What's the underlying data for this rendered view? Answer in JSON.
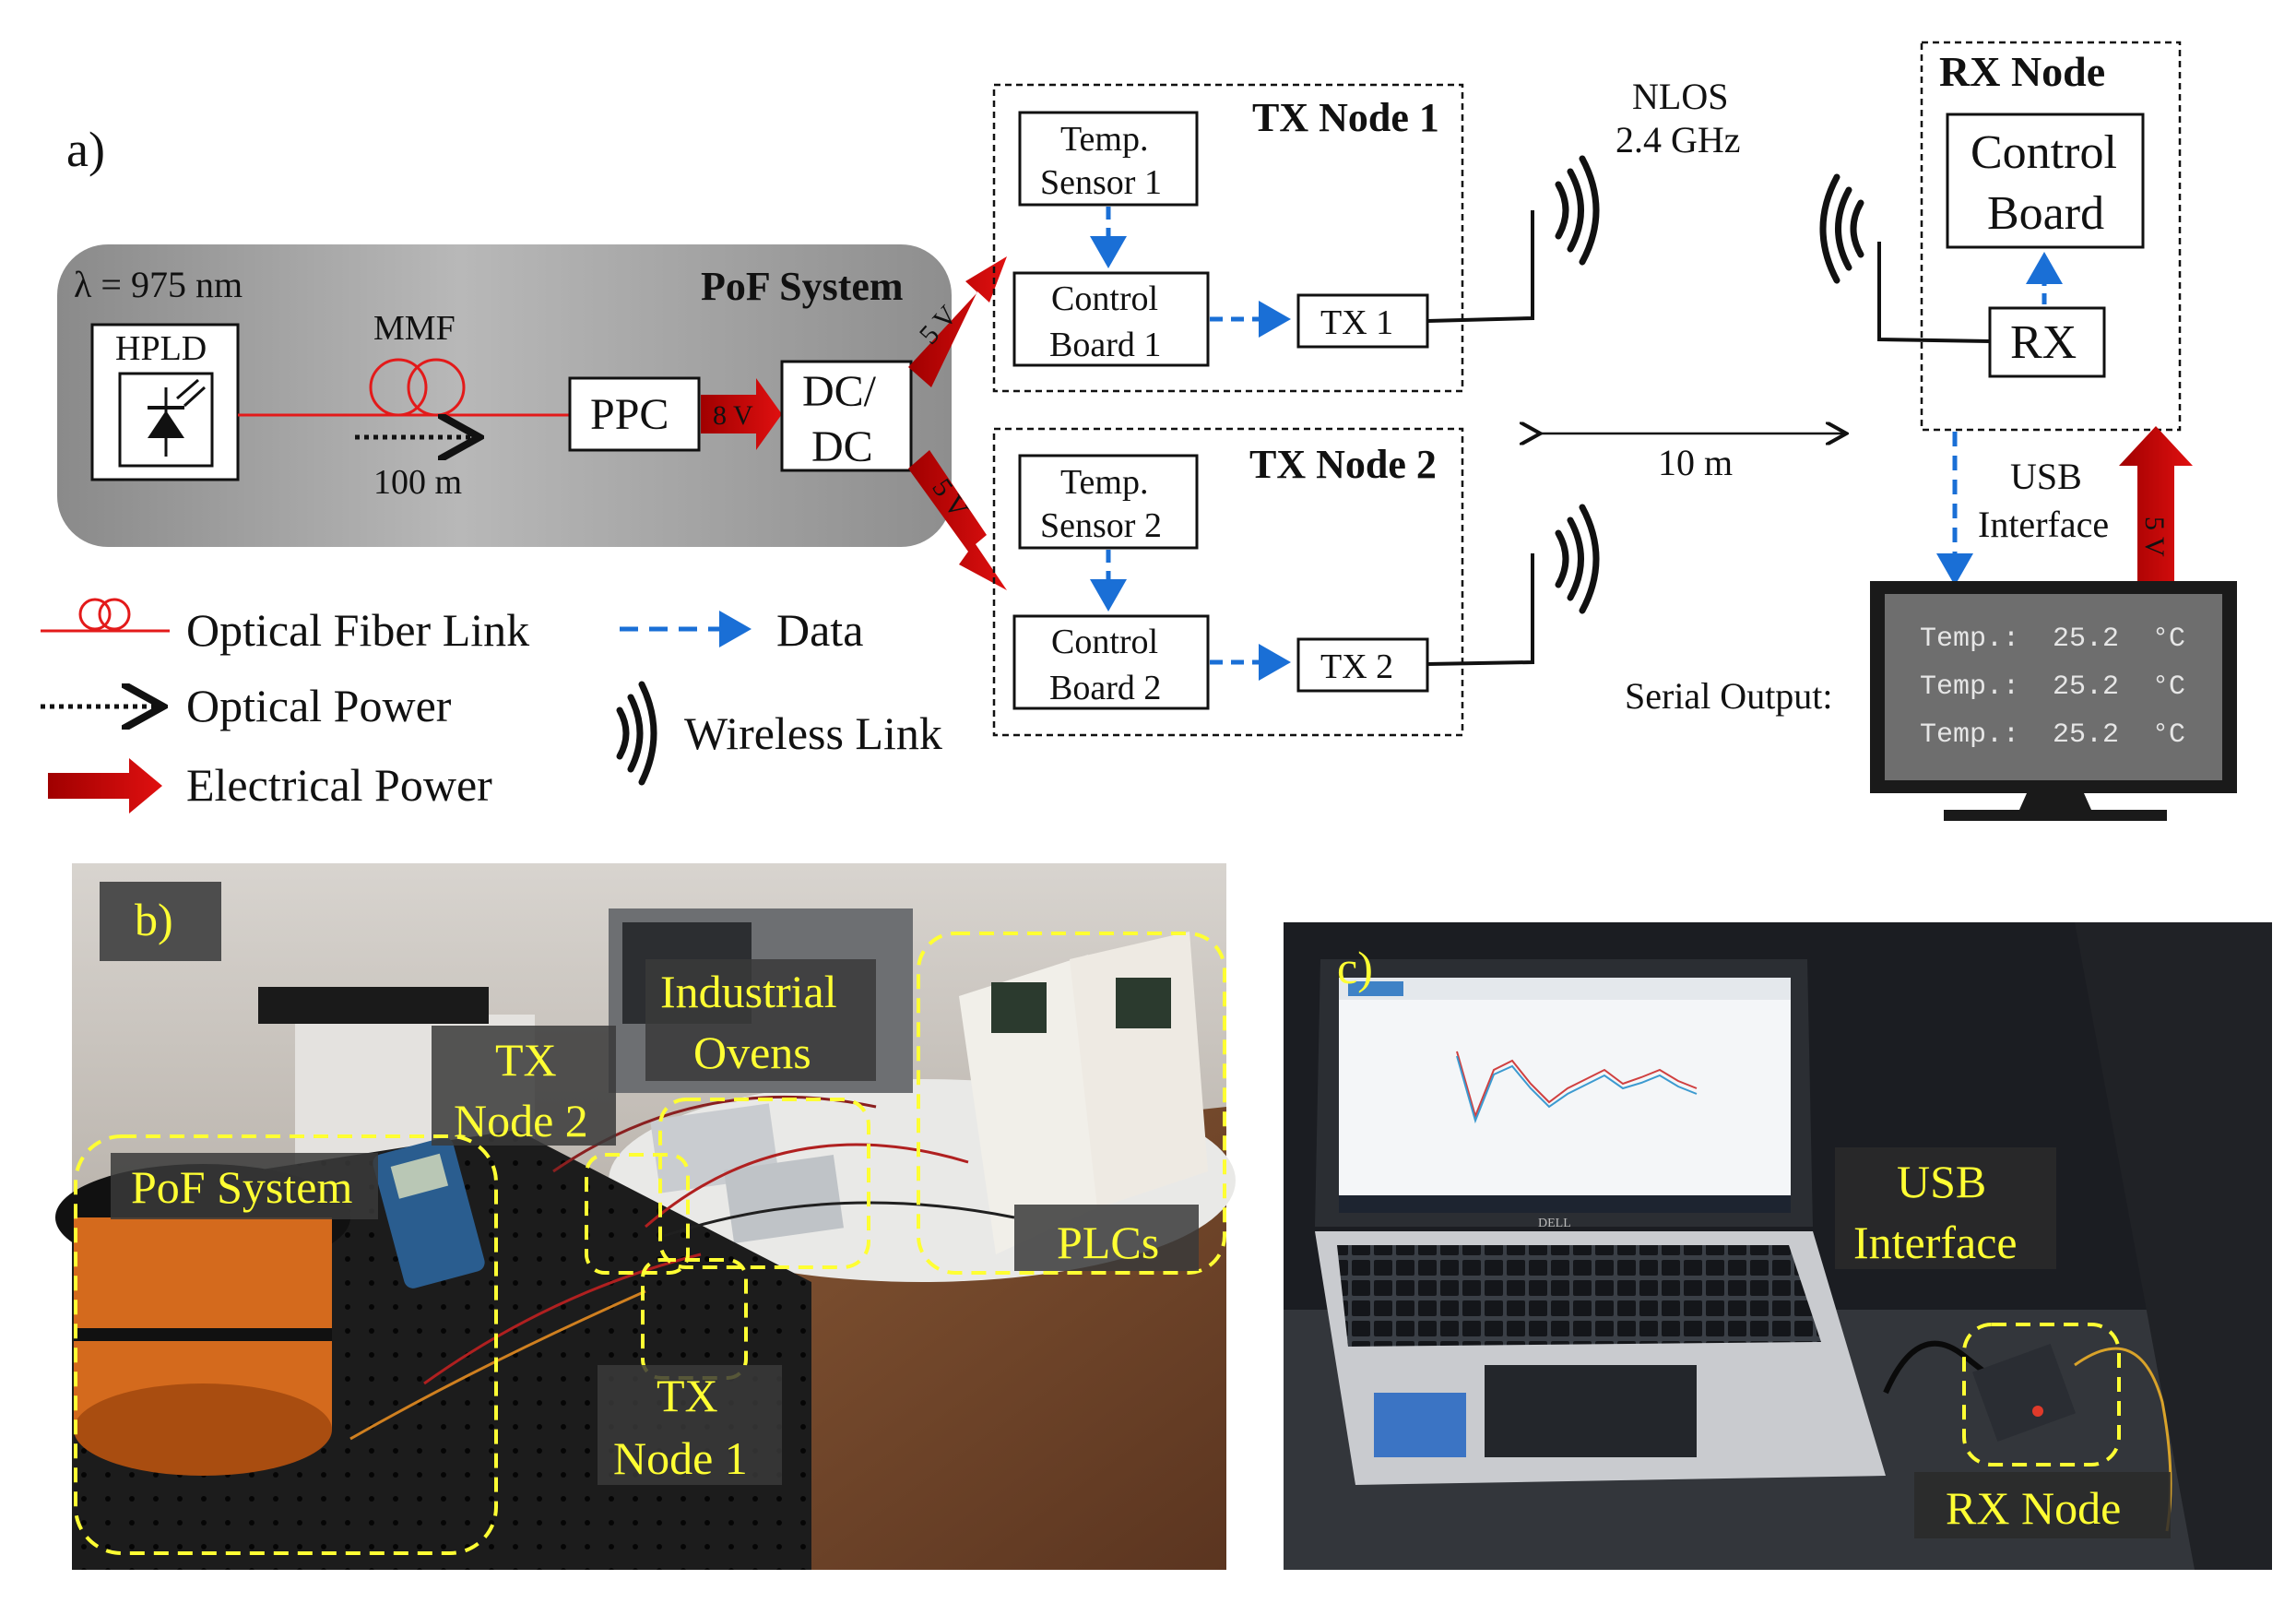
{
  "panel_a": {
    "label": "a)",
    "pof": {
      "wavelength": "λ = 975 nm",
      "title": "PoF System",
      "hpld": "HPLD",
      "mmf": "MMF",
      "length": "100 m",
      "ppc": "PPC",
      "volt_8": "8 V",
      "dcdc_line1": "DC/",
      "dcdc_line2": "DC",
      "volt_5_up": "5 V",
      "volt_5_down": "5 V"
    },
    "tx1": {
      "title": "TX Node 1",
      "sensor_line1": "Temp.",
      "sensor_line2": "Sensor 1",
      "board_line1": "Control",
      "board_line2": "Board 1",
      "tx": "TX 1"
    },
    "tx2": {
      "title": "TX Node 2",
      "sensor_line1": "Temp.",
      "sensor_line2": "Sensor 2",
      "board_line1": "Control",
      "board_line2": "Board 2",
      "tx": "TX 2"
    },
    "link": {
      "nlos": "NLOS",
      "freq": "2.4 GHz",
      "distance": "10 m"
    },
    "rx": {
      "title": "RX Node",
      "board_line1": "Control",
      "board_line2": "Board",
      "rx": "RX",
      "usb_line1": "USB",
      "usb_line2": "Interface",
      "volt_5": "5 V"
    },
    "serial": {
      "label": "Serial Output:",
      "lines": [
        "Temp.:  25.2  °C",
        "Temp.:  25.2  °C",
        "Temp.:  25.2  °C"
      ]
    },
    "legend": {
      "fiber": "Optical Fiber Link",
      "optical_power": "Optical Power",
      "electrical_power": "Electrical Power",
      "data": "Data",
      "wireless": "Wireless Link"
    },
    "colors": {
      "fiber_red": "#e31a1a",
      "power_red": "#c00000",
      "data_blue": "#1a6fd6",
      "pof_gray": "#9a9a9a"
    }
  },
  "panel_b": {
    "label": "b)",
    "annotations": {
      "ovens_line1": "Industrial",
      "ovens_line2": "Ovens",
      "tx2_line1": "TX",
      "tx2_line2": "Node 2",
      "pof": "PoF System",
      "plcs": "PLCs",
      "tx1_line1": "TX",
      "tx1_line2": "Node 1"
    },
    "highlight_color": "#ffff33"
  },
  "panel_c": {
    "label": "c)",
    "annotations": {
      "usb_line1": "USB",
      "usb_line2": "Interface",
      "rx": "RX Node"
    },
    "laptop_brand": "DELL"
  }
}
